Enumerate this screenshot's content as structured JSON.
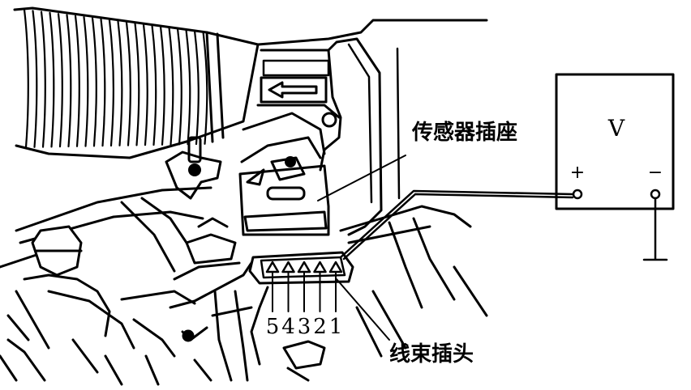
{
  "labels": {
    "sensor_socket": "传感器插座",
    "harness_plug": "线束插头"
  },
  "voltmeter": {
    "symbol": "V",
    "plus": "+",
    "minus": "−"
  },
  "pins": [
    "5",
    "4",
    "3",
    "2",
    "1"
  ],
  "colors": {
    "ink": "#000000",
    "paper": "#ffffff"
  }
}
